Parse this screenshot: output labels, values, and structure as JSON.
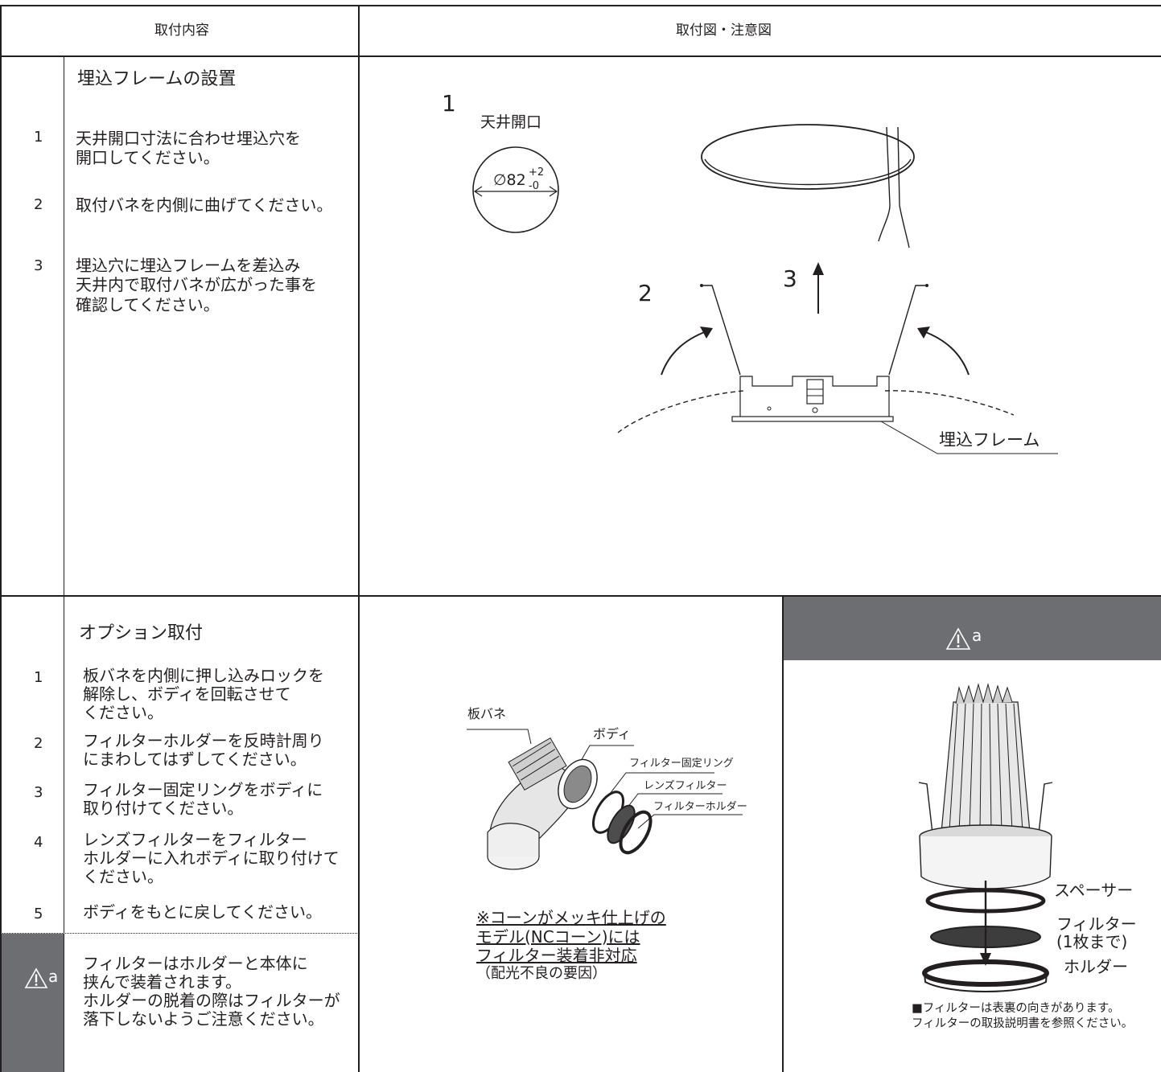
{
  "header": {
    "left": "取付内容",
    "right": "取付図・注意図"
  },
  "section1": {
    "title": "埋込フレームの設置",
    "steps": [
      {
        "num": "1",
        "text": "天井開口寸法に合わせ埋込穴を\n開口してください。"
      },
      {
        "num": "2",
        "text": "取付バネを内側に曲げてください。"
      },
      {
        "num": "3",
        "text": "埋込穴に埋込フレームを差込み\n天井内で取付バネが広がった事を\n確認してください。"
      }
    ],
    "figure": {
      "step_num": "1",
      "opening_label": "天井開口",
      "dimension": "∅82",
      "tol_plus": "+2",
      "tol_minus": "-0",
      "label_2": "2",
      "label_3": "3",
      "frame_label": "埋込フレーム"
    }
  },
  "section2": {
    "title": "オプション取付",
    "steps": [
      {
        "num": "1",
        "text": "板バネを内側に押し込みロックを\n解除し、ボディを回転させて\nください。"
      },
      {
        "num": "2",
        "text": "フィルターホルダーを反時計周り\nにまわしてはずしてください。"
      },
      {
        "num": "3",
        "text": "フィルター固定リングをボディに\n取り付けてください。"
      },
      {
        "num": "4",
        "text": "レンズフィルターをフィルター\nホルダーに入れボディに取り付けて\nください。"
      },
      {
        "num": "5",
        "text": "ボディをもとに戻してください。"
      }
    ],
    "caution_symbol": "a",
    "caution_text": "フィルターはホルダーと本体に\n挟んで装着されます。\nホルダーの脱着の際はフィルターが\n落下しないようご注意ください。",
    "parts": {
      "leaf_spring": "板バネ",
      "body": "ボディ",
      "filter_ring": "フィルター固定リング",
      "lens_filter": "レンズフィルター",
      "filter_holder": "フィルターホルダー"
    },
    "note": "※コーンがメッキ仕上げの\nモデル(NCコーン)には\nフィルター装着非対応",
    "note_sub": "（配光不良の要因）",
    "right_panel": {
      "caution_symbol": "a",
      "spacer": "スペーサー",
      "filter": "フィルター\n(1枚まで)",
      "holder": "ホルダー",
      "bottom_note": "■フィルターは表裏の向きがあります。\nフィルターの取扱説明書を参照ください。"
    }
  }
}
